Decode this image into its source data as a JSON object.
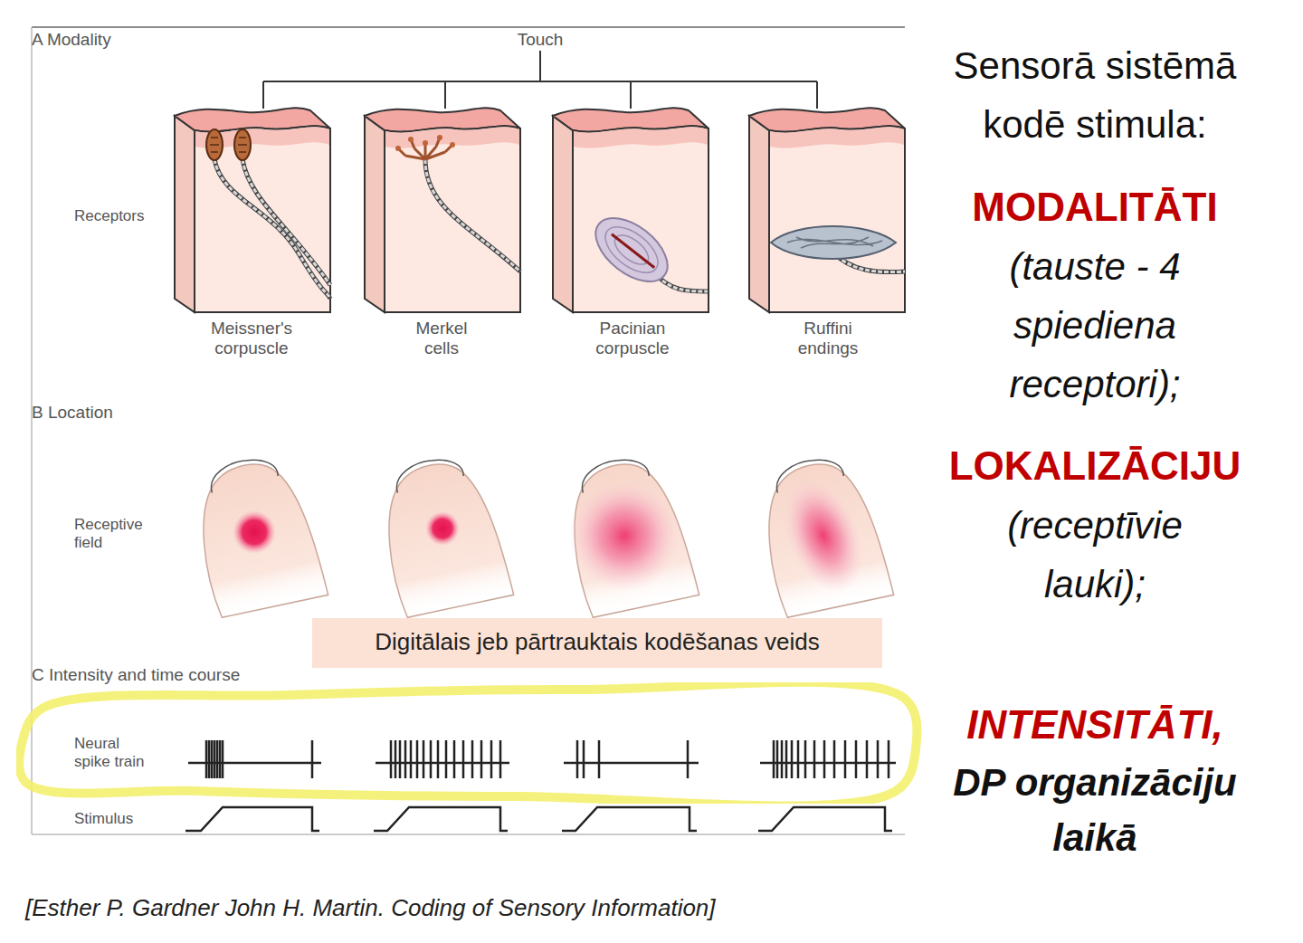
{
  "diagram": {
    "title": "Sensorā sistēmā kodē stimula:",
    "caption": "[Esther P. Gardner John H. Martin. Coding of Sensory Information]",
    "nodes": [
      {
        "text": [
          "Digitālais jeb pārtrauktais kodēšanas veids"
        ]
      },
      {
        "text": [
          "Neural spike train"
        ]
      }
    ],
    "labels": [
      "A Modality",
      "Touch",
      "Receptors",
      "Meissner's corpuscle",
      "Merkel cells",
      "Pacinian corpuscle",
      "Ruffini endings",
      "B Location",
      "Receptive field",
      "C Intensity and time course",
      "Stimulus",
      "MODALITĀTI",
      "(tauste - 4 spiediena receptori);",
      "LOKALIZĀCIJU",
      "(receptīvie lauki);",
      "INTENSITĀTI,",
      "DP organizāciju laikā"
    ]
  }
}
